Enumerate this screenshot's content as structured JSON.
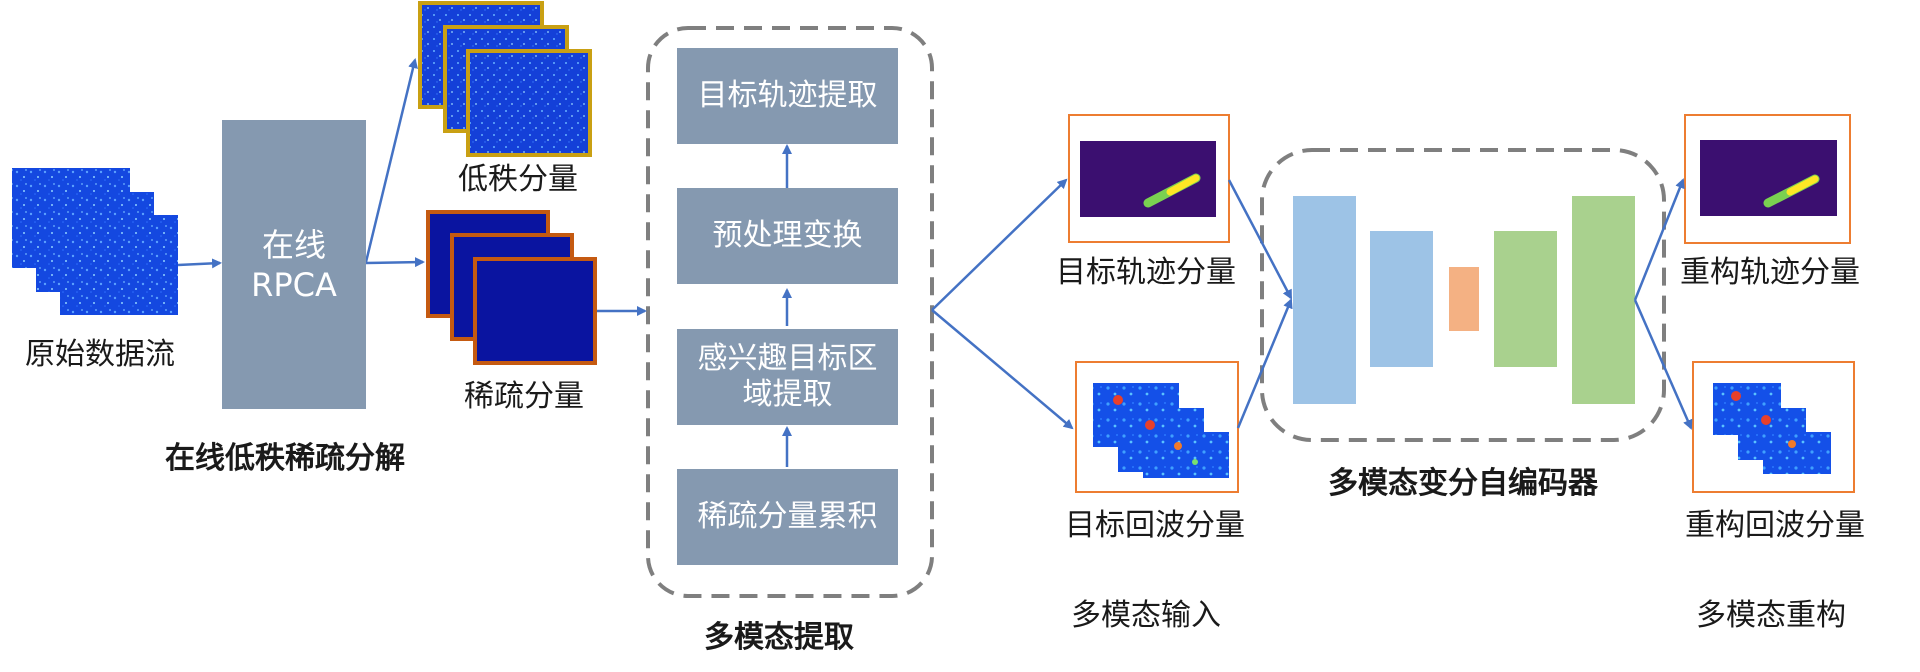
{
  "sections": {
    "decomposition": "在线低秩稀疏分解",
    "extraction": "多模态提取",
    "input": "多模态输入",
    "vae": "多模态变分自编码器",
    "reconstruction": "多模态重构"
  },
  "nodes": {
    "raw_stream": "原始数据流",
    "rpca_line1": "在线",
    "rpca_line2": "RPCA",
    "low_rank": "低秩分量",
    "sparse": "稀疏分量",
    "step_trajectory": "目标轨迹提取",
    "step_preprocess": "预处理变换",
    "step_roi": "感兴趣目标区域提取",
    "step_accumulate": "稀疏分量累积",
    "target_trajectory": "目标轨迹分量",
    "target_echo": "目标回波分量",
    "recon_trajectory": "重构轨迹分量",
    "recon_echo": "重构回波分量"
  },
  "colors": {
    "process_box": "#8599b0",
    "arrow": "#4472c4",
    "low_rank_border": "#c9a013",
    "sparse_border": "#c55a11",
    "input_border": "#ed7d31",
    "encoder_block": "#9dc3e6",
    "latent_block": "#f4b183",
    "decoder_block": "#a9d18e",
    "dashed_border": "#7f7f7f",
    "trajectory_bg": "#3b0f70",
    "radar_bg": "#0a2ecf"
  }
}
